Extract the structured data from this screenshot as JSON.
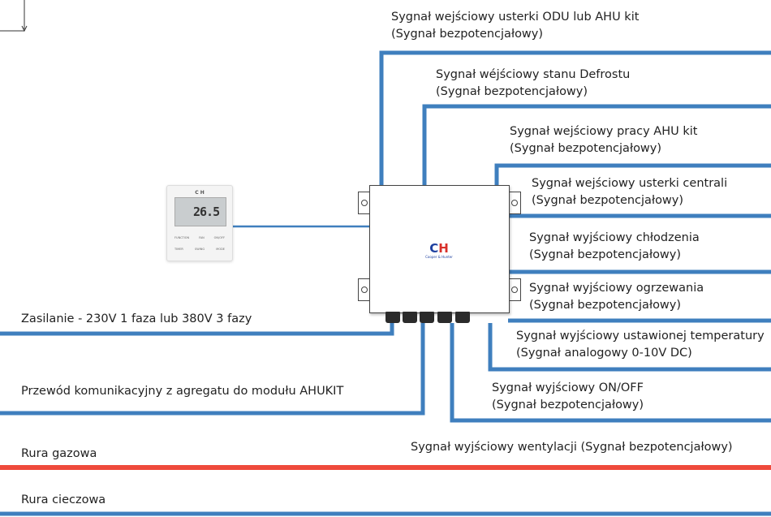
{
  "labels": {
    "odu_fault_l1": "Sygnał wejściowy usterki ODU lub AHU kit",
    "odu_fault_l2": "(Sygnał bezpotencjałowy)",
    "defrost_l1": "Sygnał wéjściowy stanu Defrostu",
    "defrost_l2": "(Sygnał bezpotencjałowy)",
    "ahu_run_l1": "Sygnał wejściowy pracy AHU kit",
    "ahu_run_l2": "(Sygnał bezpotencjałowy)",
    "central_fault_l1": "Sygnał wejściowy usterki centrali",
    "central_fault_l2": "(Sygnał bezpotencjałowy)",
    "cooling_l1": "Sygnał wyjściowy chłodzenia",
    "cooling_l2": "(Sygnał bezpotencjałowy)",
    "heating_l1": "Sygnał wyjściowy ogrzewania",
    "heating_l2": "(Sygnał bezpotencjałowy)",
    "set_temp_l1": "Sygnał wyjściowy ustawionej temperatury",
    "set_temp_l2": "(Sygnał analogowy 0-10V DC)",
    "onoff_l1": "Sygnał wyjściowy ON/OFF",
    "onoff_l2": "(Sygnał bezpotencjałowy)",
    "ventilation": "Sygnał wyjściowy wentylacji (Sygnał bezpotencjałowy)",
    "power": "Zasilanie - 230V 1 faza lub 380V 3 fazy",
    "comm_cable": "Przewód komunikacyjny z agregatu do modułu AHUKIT",
    "gas_pipe": "Rura gazowa",
    "liquid_pipe": "Rura cieczowa"
  },
  "thermostat": {
    "brand": "C H",
    "display_temp": "26.5",
    "buttons_row1": [
      "FUNCTION",
      "FAN",
      "ON/OFF"
    ],
    "buttons_row2": [
      "TIMER",
      "SWING",
      "MODE"
    ]
  },
  "module": {
    "logo_main_c": "C",
    "logo_main_h": "H",
    "logo_sub": "Cooper & Hunter"
  },
  "colors": {
    "signal_wire": "#3f7fbe",
    "gas_pipe": "#ef4a3c",
    "liquid_pipe": "#3f7fbe",
    "box_border": "#444444"
  }
}
